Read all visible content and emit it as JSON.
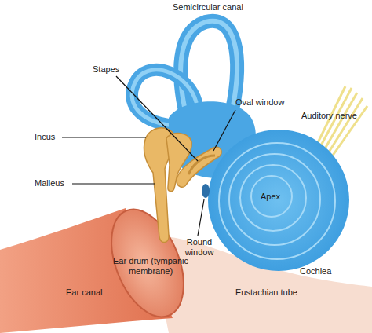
{
  "diagram": {
    "labels": [
      "Semicircular canal",
      "Stapes",
      "Oval window",
      "Auditory nerve",
      "Incus",
      "Malleus",
      "Apex",
      "Round window",
      "Cochlea",
      "Ear drum (tympanic membrane)",
      "Ear canal",
      "Eustachian tube"
    ]
  }
}
